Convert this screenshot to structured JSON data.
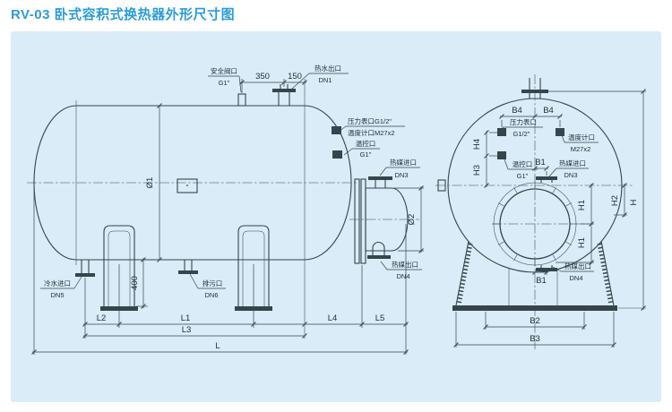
{
  "title": "RV-03 卧式容积式换热器外形尺寸图",
  "colors": {
    "title_blue": "#2b9cd8",
    "panel_bg": "#d9ecf7",
    "line_dark": "#36454c"
  },
  "side_view": {
    "labels": {
      "safety": {
        "line1": "安全阀口",
        "line2": "G1\""
      },
      "hot_water": {
        "line1": "热水出口",
        "line2": "DN1"
      },
      "pressure_temp": {
        "line1": "压力表口G1/2\"",
        "line2": "温度计口M27x2"
      },
      "temp_control": {
        "line1": "温控口",
        "line2": "G1\""
      },
      "medium_inlet": {
        "line1": "热媒进口",
        "line2": "DN3"
      },
      "medium_outlet": {
        "line1": "热媒出口",
        "line2": "DN4"
      },
      "cold_water": {
        "line1": "冷水进口",
        "line2": "DN5"
      },
      "drain": {
        "line1": "排污口",
        "line2": "DN6"
      }
    },
    "dims": {
      "top_350": "350",
      "top_150": "150",
      "support_400": "400",
      "dia1": "Ø1",
      "dia2": "Ø2",
      "L1": "L1",
      "L2": "L2",
      "L3": "L3",
      "L4": "L4",
      "L5": "L5",
      "L": "L"
    }
  },
  "end_view": {
    "labels": {
      "pressure": {
        "line1": "压力表口",
        "line2": "G1/2\""
      },
      "thermometer": {
        "line1": "温度计口",
        "line2": "M27x2"
      },
      "temp_control": {
        "line1": "温控口",
        "line2": "G1\""
      },
      "medium_inlet": {
        "line1": "热媒进口",
        "line2": "DN3"
      },
      "medium_outlet": {
        "line1": "热媒出口",
        "line2": "DN4"
      }
    },
    "dims": {
      "B4_left": "B4",
      "B4_right": "B4",
      "B1_top": "B1",
      "B1_bottom": "B1",
      "B2": "B2",
      "B3": "B3",
      "H1_upper": "H1",
      "H1_lower": "H1",
      "H2": "H2",
      "H3": "H3",
      "H4": "H4",
      "H": "H"
    }
  }
}
